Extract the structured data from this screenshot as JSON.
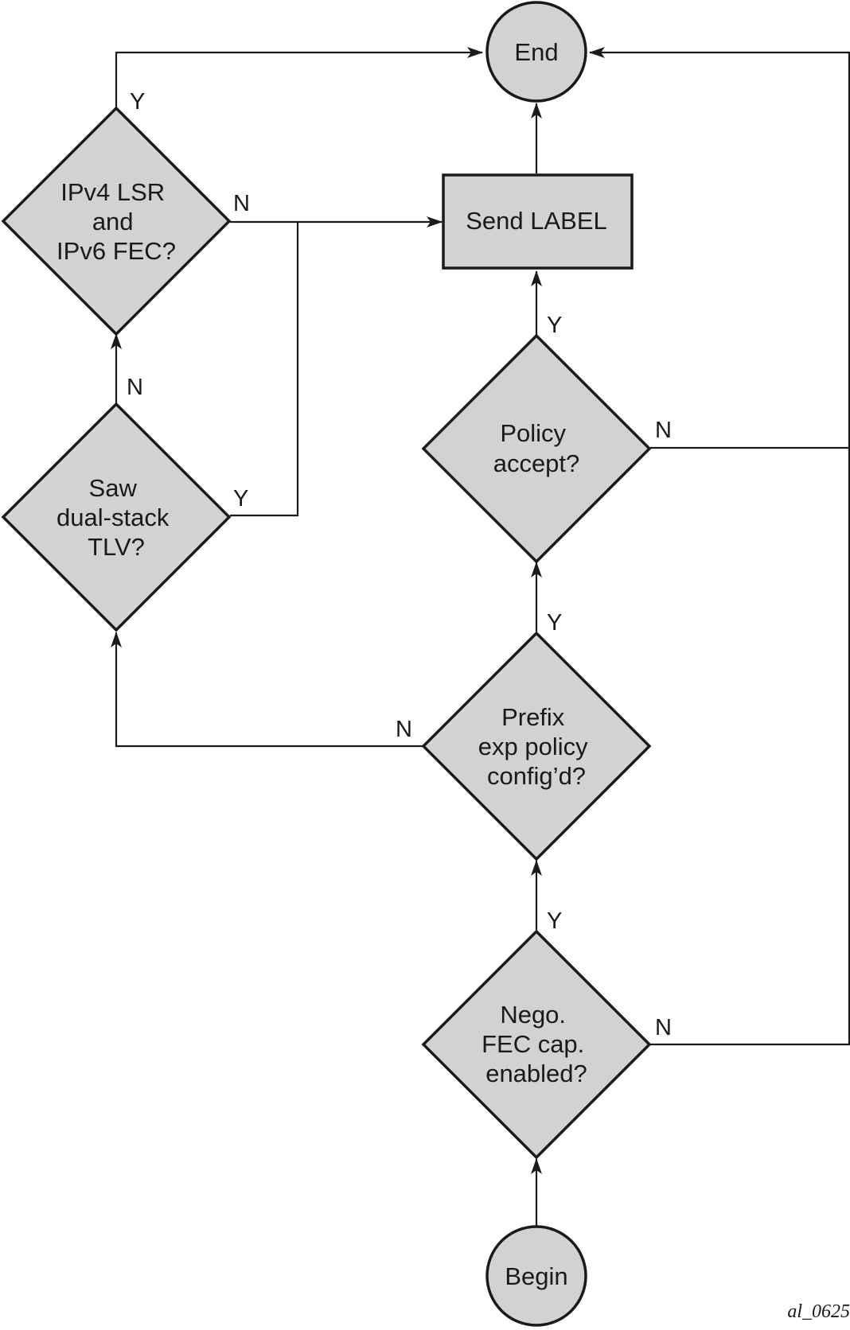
{
  "nodes": {
    "end": {
      "text": "End"
    },
    "send_label": {
      "text": "Send LABEL"
    },
    "ipv4_lsr": {
      "lines": [
        "IPv4 LSR",
        "and",
        "IPv6 FEC?"
      ]
    },
    "saw_dual_stack": {
      "lines": [
        "Saw",
        "dual-stack",
        "TLV?"
      ]
    },
    "policy_accept": {
      "lines": [
        "Policy",
        "accept?"
      ]
    },
    "prefix_exp": {
      "lines": [
        "Prefix",
        "exp policy",
        "config’d?"
      ]
    },
    "nego_fec": {
      "lines": [
        "Nego.",
        "FEC cap.",
        "enabled?"
      ]
    },
    "begin": {
      "text": "Begin"
    }
  },
  "branch_labels": {
    "ipv4_yes": "Y",
    "ipv4_no": "N",
    "saw_no": "N",
    "saw_yes": "Y",
    "policy_yes": "Y",
    "policy_no": "N",
    "prefix_yes": "Y",
    "prefix_no": "N",
    "nego_yes": "Y",
    "nego_no": "N"
  },
  "figure_id": "al_0625"
}
